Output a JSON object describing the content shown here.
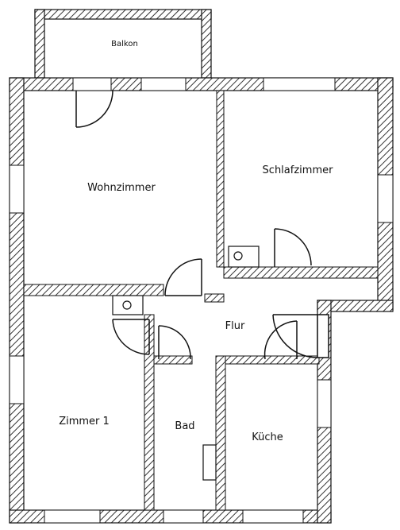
{
  "plan": {
    "rooms": {
      "balkon": "Balkon",
      "wohnzimmer": "Wohnzimmer",
      "schlafzimmer": "Schlafzimmer",
      "flur": "Flur",
      "zimmer1": "Zimmer 1",
      "bad": "Bad",
      "kueche": "Küche"
    },
    "colors": {
      "line": "#111111",
      "hatch": "#333333",
      "background": "#ffffff"
    }
  }
}
